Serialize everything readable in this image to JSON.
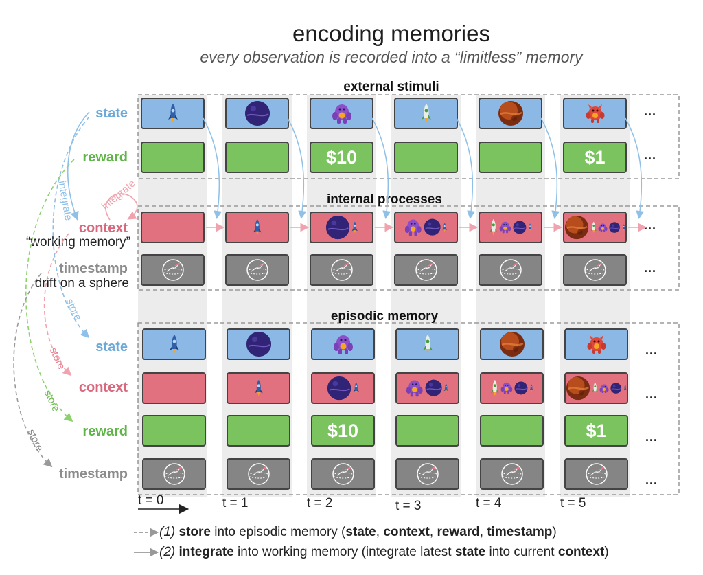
{
  "header": {
    "title": "encoding memories",
    "subtitle": "every observation is recorded into a “limitless” memory"
  },
  "sections": {
    "external": "external stimuli",
    "internal": "internal processes",
    "episodic": "episodic memory"
  },
  "row_labels": {
    "state": "state",
    "reward": "reward",
    "context": "context",
    "timestamp": "timestamp"
  },
  "notes": {
    "working_memory": "“working memory”",
    "drift": "drift on a sphere"
  },
  "arrow_labels": {
    "integrate": "integrate",
    "store": "store"
  },
  "ellipsis": "...",
  "time_ticks": [
    "t = 0",
    "t = 1",
    "t = 2",
    "t = 3",
    "t = 4",
    "t = 5"
  ],
  "states": [
    "rocket-blue",
    "planet-purple",
    "monster-purple",
    "rocket-green",
    "planet-orange",
    "monster-red"
  ],
  "rewards": [
    "",
    "",
    "$10",
    "",
    "",
    "$1"
  ],
  "legend": {
    "store_num": "(1)",
    "store_word": "store",
    "store_text": " into episodic memory (",
    "store_items": [
      "state",
      "context",
      "reward",
      "timestamp"
    ],
    "store_sep": ", ",
    "store_end": ")",
    "integrate_num": "(2)",
    "integrate_word": "integrate",
    "integrate_text1": " into working memory (integrate latest ",
    "integrate_state": "state",
    "integrate_text2": " into current ",
    "integrate_context": "context",
    "integrate_end": ")"
  },
  "colors": {
    "state_fill": "#8bb8e4",
    "reward_fill": "#7ac35f",
    "context_fill": "#e2717f",
    "timestamp_fill": "#858585",
    "state_label": "#6aa9d8",
    "reward_label": "#5fb548",
    "context_label": "#d9687d",
    "timestamp_label": "#8c8c8c"
  }
}
